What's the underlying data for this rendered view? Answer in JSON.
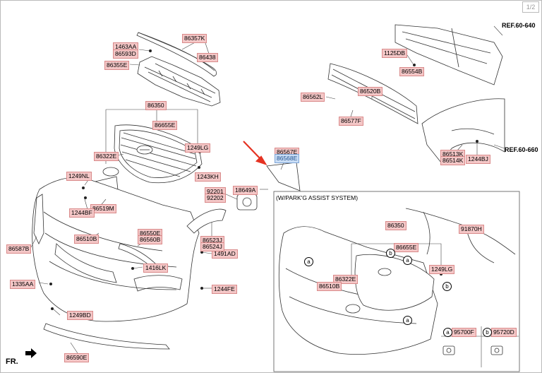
{
  "page_indicator": "1/2",
  "orientation_label": "FR.",
  "inset_title": "(W/PARK'G ASSIST SYSTEM)",
  "references": {
    "ref_top": "REF.60-640",
    "ref_side": "REF.60-660"
  },
  "labels": {
    "p86357K": "86357K",
    "p1463AA": "1463AA",
    "p86593D": "86593D",
    "p86438": "86438",
    "p86355E": "86355E",
    "p86350": "86350",
    "p86655E": "86655E",
    "p86322E": "86322E",
    "p1249LG": "1249LG",
    "p1243KH": "1243KH",
    "p1249NL": "1249NL",
    "p86519M": "86519M",
    "p1244BF": "1244BF",
    "p86510B": "86510B",
    "p86587B": "86587B",
    "p1335AA": "1335AA",
    "p1249BD": "1249BD",
    "p86590E": "86590E",
    "p86550E": "86550E",
    "p86560B": "86560B",
    "p1416LK": "1416LK",
    "p1491AD": "1491AD",
    "p1244FE": "1244FE",
    "p86523J": "86523J",
    "p86524J": "86524J",
    "p92201": "92201",
    "p92202": "92202",
    "p18649A": "18649A",
    "p86567E": "86567E",
    "p86568E": "86568E",
    "p1125DB": "1125DB",
    "p86554B": "86554B",
    "p86520B": "86520B",
    "p86562L": "86562L",
    "p86577F": "86577F",
    "p86513K": "86513K",
    "p86514K": "86514K",
    "p1244BJ": "1244BJ",
    "in86350": "86350",
    "in86655E": "86655E",
    "in1249LG": "1249LG",
    "in86322E": "86322E",
    "in86510B": "86510B",
    "in91870H": "91870H",
    "in95700F": "95700F",
    "in95720D": "95720D"
  },
  "callouts": {
    "a": "a",
    "b": "b"
  },
  "colors": {
    "label_bg": "#f4c7c7",
    "highlight_bg": "#c9ddf5",
    "arrow": "#e53222",
    "line": "#333333"
  }
}
